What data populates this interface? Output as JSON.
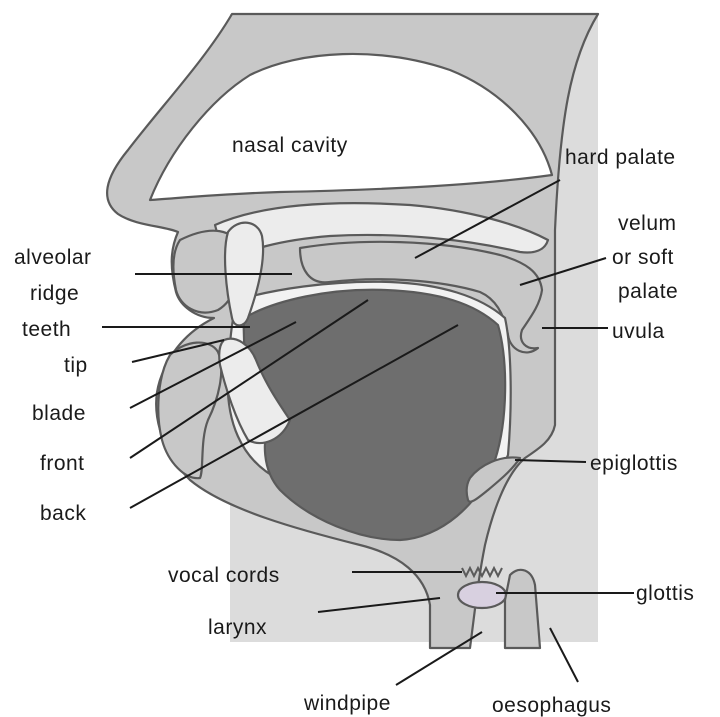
{
  "labels": {
    "nasal_cavity": "nasal cavity",
    "hard_palate": "hard palate",
    "velum_line1": "velum",
    "velum_line2": "or soft",
    "velum_line3": "palate",
    "alveolar_line1": "alveolar",
    "alveolar_line2": "ridge",
    "teeth": "teeth",
    "tip": "tip",
    "uvula": "uvula",
    "blade": "blade",
    "front": "front",
    "epiglottis": "epiglottis",
    "back": "back",
    "vocal_cords": "vocal cords",
    "glottis": "glottis",
    "larynx": "larynx",
    "windpipe": "windpipe",
    "oesophagus": "oesophagus"
  },
  "colors": {
    "background": "#ffffff",
    "panel": "#dcdcdc",
    "tissue": "#c8c8c8",
    "cavity": "#ededed",
    "tongue": "#6e6e6e",
    "outline": "#5a5a5a",
    "text": "#1a1a1a"
  }
}
